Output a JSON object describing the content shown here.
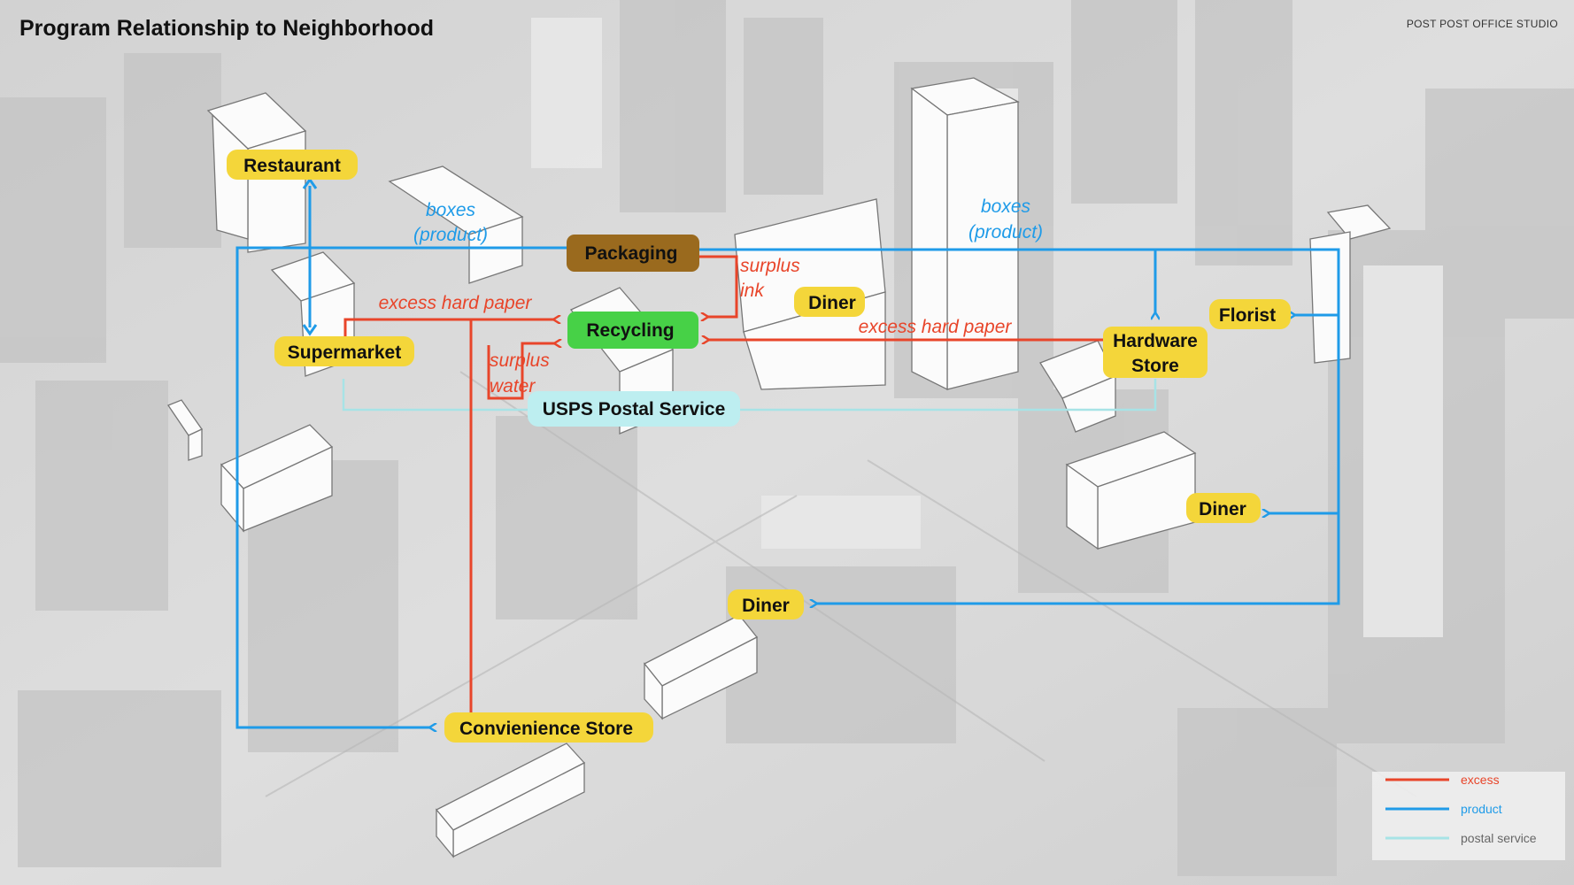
{
  "title": "Program Relationship to Neighborhood",
  "studio": "POST POST OFFICE STUDIO",
  "colors": {
    "excess": "#e8452a",
    "product": "#1f9be8",
    "postal": "#a7e3e6",
    "business_label_bg": "#f4d63a",
    "packaging_bg": "#9a6a1e",
    "recycling_bg": "#47d147",
    "usps_bg": "#bdeef0"
  },
  "nodes": {
    "restaurant": "Restaurant",
    "supermarket": "Supermarket",
    "packaging": "Packaging",
    "recycling": "Recycling",
    "usps": "USPS Postal Service",
    "diner_top": "Diner",
    "hardware_line1": "Hardware",
    "hardware_line2": "Store",
    "florist": "Florist",
    "diner_right": "Diner",
    "diner_center": "Diner",
    "convenience": "Convienience Store"
  },
  "flow_labels": {
    "boxes_left_1": "boxes",
    "boxes_left_2": "(product)",
    "boxes_right_1": "boxes",
    "boxes_right_2": "(product)",
    "excess_left": "excess hard paper",
    "excess_right": "excess hard paper",
    "surplus_ink_1": "surplus",
    "surplus_ink_2": "ink",
    "surplus_water_1": "surplus",
    "surplus_water_2": "water"
  },
  "legend": {
    "excess": "excess",
    "product": "product",
    "postal": "postal service"
  }
}
